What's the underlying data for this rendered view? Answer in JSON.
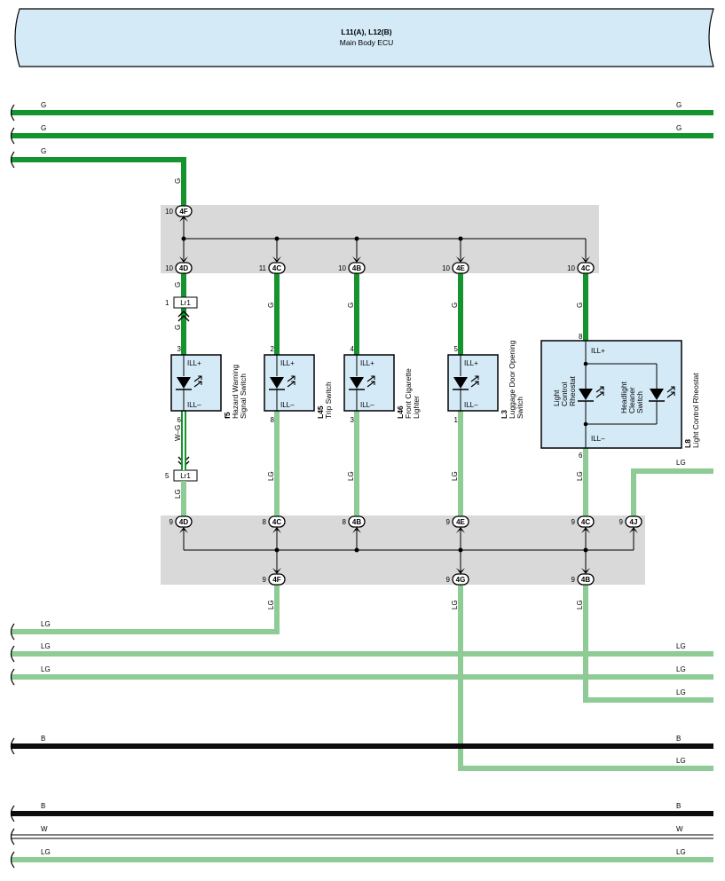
{
  "header": {
    "code": "L11(A), L12(B)",
    "name": "Main Body ECU"
  },
  "colors": {
    "G": "#14932f",
    "LG": "#8ecb95",
    "B": "#0d0d0d",
    "W": "#ffffff",
    "ecu_fill": "#d4eaf7",
    "junction_fill": "#d9d9d9",
    "component_fill": "#d4eaf7"
  },
  "wire_labels": {
    "g": "G",
    "lg": "LG",
    "b": "B",
    "w": "W",
    "wg": "W–G"
  },
  "junction": {
    "top_in": {
      "pin": "10",
      "conn": "4F"
    },
    "top_out": [
      {
        "pin": "10",
        "conn": "4D"
      },
      {
        "pin": "11",
        "conn": "4C"
      },
      {
        "pin": "10",
        "conn": "4B"
      },
      {
        "pin": "10",
        "conn": "4E"
      },
      {
        "pin": "10",
        "conn": "4C"
      }
    ],
    "bottom_in": [
      {
        "pin": "9",
        "conn": "4D"
      },
      {
        "pin": "8",
        "conn": "4C"
      },
      {
        "pin": "8",
        "conn": "4B"
      },
      {
        "pin": "9",
        "conn": "4E"
      },
      {
        "pin": "9",
        "conn": "4C"
      },
      {
        "pin": "9",
        "conn": "4J"
      }
    ],
    "bottom_out": [
      {
        "pin": "9",
        "conn": "4F"
      },
      {
        "pin": "9",
        "conn": "4G"
      },
      {
        "pin": "9",
        "conn": "4B"
      }
    ]
  },
  "inline_connector": {
    "name": "Lr1",
    "top_pin": "1",
    "bottom_pin": "5"
  },
  "components": [
    {
      "code": "f5",
      "name_line1": "Hazard Warning",
      "name_line2": "Signal Switch",
      "pin_top": "3",
      "pin_bottom": "6",
      "ill_plus": "ILL+",
      "ill_minus": "ILL–"
    },
    {
      "code": "L45",
      "name_line1": "Trip Switch",
      "name_line2": "",
      "pin_top": "2",
      "pin_bottom": "8",
      "ill_plus": "ILL+",
      "ill_minus": "ILL–"
    },
    {
      "code": "L46",
      "name_line1": "Front Cigarette",
      "name_line2": "Lighter",
      "pin_top": "4",
      "pin_bottom": "3",
      "ill_plus": "ILL+",
      "ill_minus": "ILL–"
    },
    {
      "code": "L3",
      "name_line1": "Luggage Door Opening",
      "name_line2": "Switch",
      "pin_top": "5",
      "pin_bottom": "1",
      "ill_plus": "ILL+",
      "ill_minus": "ILL–"
    }
  ],
  "rheostat": {
    "code": "L8",
    "name": "Light Control Rheostat",
    "pin_top": "8",
    "pin_bottom": "6",
    "ill_plus": "ILL+",
    "ill_minus": "ILL–",
    "left_label": [
      "Light",
      "Control",
      "Rheostat"
    ],
    "right_label": [
      "Headlight",
      "Cleaner",
      "Switch"
    ]
  }
}
